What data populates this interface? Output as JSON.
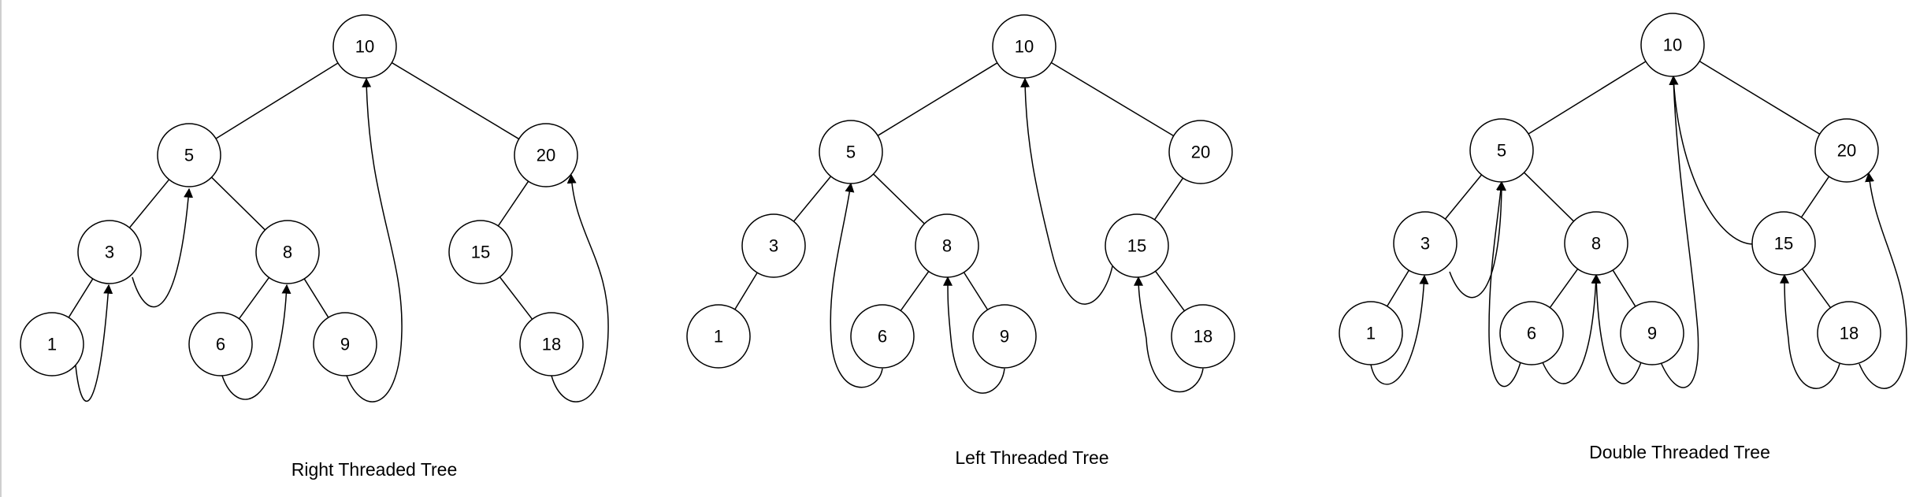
{
  "diagrams": [
    {
      "id": "right",
      "caption": "Right Threaded Tree",
      "nodes": [
        {
          "id": "n10",
          "label": "10"
        },
        {
          "id": "n5",
          "label": "5"
        },
        {
          "id": "n20",
          "label": "20"
        },
        {
          "id": "n3",
          "label": "3"
        },
        {
          "id": "n8",
          "label": "8"
        },
        {
          "id": "n15",
          "label": "15"
        },
        {
          "id": "n1",
          "label": "1"
        },
        {
          "id": "n6",
          "label": "6"
        },
        {
          "id": "n9",
          "label": "9"
        },
        {
          "id": "n18",
          "label": "18"
        }
      ],
      "edges": [
        [
          "n10",
          "n5"
        ],
        [
          "n10",
          "n20"
        ],
        [
          "n5",
          "n3"
        ],
        [
          "n5",
          "n8"
        ],
        [
          "n3",
          "n1"
        ],
        [
          "n8",
          "n6"
        ],
        [
          "n8",
          "n9"
        ],
        [
          "n20",
          "n15"
        ],
        [
          "n15",
          "n18"
        ]
      ],
      "threads": [
        [
          "n1",
          "n3"
        ],
        [
          "n3",
          "n5"
        ],
        [
          "n6",
          "n8"
        ],
        [
          "n9",
          "n10"
        ],
        [
          "n18",
          "n20"
        ]
      ]
    },
    {
      "id": "left",
      "caption": "Left Threaded Tree",
      "nodes": [
        {
          "id": "n10",
          "label": "10"
        },
        {
          "id": "n5",
          "label": "5"
        },
        {
          "id": "n20",
          "label": "20"
        },
        {
          "id": "n3",
          "label": "3"
        },
        {
          "id": "n8",
          "label": "8"
        },
        {
          "id": "n15",
          "label": "15"
        },
        {
          "id": "n1",
          "label": "1"
        },
        {
          "id": "n6",
          "label": "6"
        },
        {
          "id": "n9",
          "label": "9"
        },
        {
          "id": "n18",
          "label": "18"
        }
      ],
      "edges": [
        [
          "n10",
          "n5"
        ],
        [
          "n10",
          "n20"
        ],
        [
          "n5",
          "n3"
        ],
        [
          "n5",
          "n8"
        ],
        [
          "n3",
          "n1"
        ],
        [
          "n8",
          "n6"
        ],
        [
          "n8",
          "n9"
        ],
        [
          "n20",
          "n15"
        ],
        [
          "n15",
          "n18"
        ]
      ],
      "threads": [
        [
          "n6",
          "n5"
        ],
        [
          "n9",
          "n8"
        ],
        [
          "n15",
          "n10"
        ],
        [
          "n18",
          "n15"
        ]
      ]
    },
    {
      "id": "double",
      "caption": "Double Threaded Tree",
      "nodes": [
        {
          "id": "n10",
          "label": "10"
        },
        {
          "id": "n5",
          "label": "5"
        },
        {
          "id": "n20",
          "label": "20"
        },
        {
          "id": "n3",
          "label": "3"
        },
        {
          "id": "n8",
          "label": "8"
        },
        {
          "id": "n15",
          "label": "15"
        },
        {
          "id": "n1",
          "label": "1"
        },
        {
          "id": "n6",
          "label": "6"
        },
        {
          "id": "n9",
          "label": "9"
        },
        {
          "id": "n18",
          "label": "18"
        }
      ],
      "edges": [
        [
          "n10",
          "n5"
        ],
        [
          "n10",
          "n20"
        ],
        [
          "n5",
          "n3"
        ],
        [
          "n5",
          "n8"
        ],
        [
          "n3",
          "n1"
        ],
        [
          "n8",
          "n6"
        ],
        [
          "n8",
          "n9"
        ],
        [
          "n20",
          "n15"
        ],
        [
          "n15",
          "n18"
        ]
      ],
      "threads": [
        [
          "n1",
          "n3"
        ],
        [
          "n3",
          "n5"
        ],
        [
          "n6",
          "n5"
        ],
        [
          "n6",
          "n8"
        ],
        [
          "n9",
          "n8"
        ],
        [
          "n9",
          "n10"
        ],
        [
          "n15",
          "n10"
        ],
        [
          "n18",
          "n15"
        ],
        [
          "n18",
          "n20"
        ]
      ]
    }
  ]
}
